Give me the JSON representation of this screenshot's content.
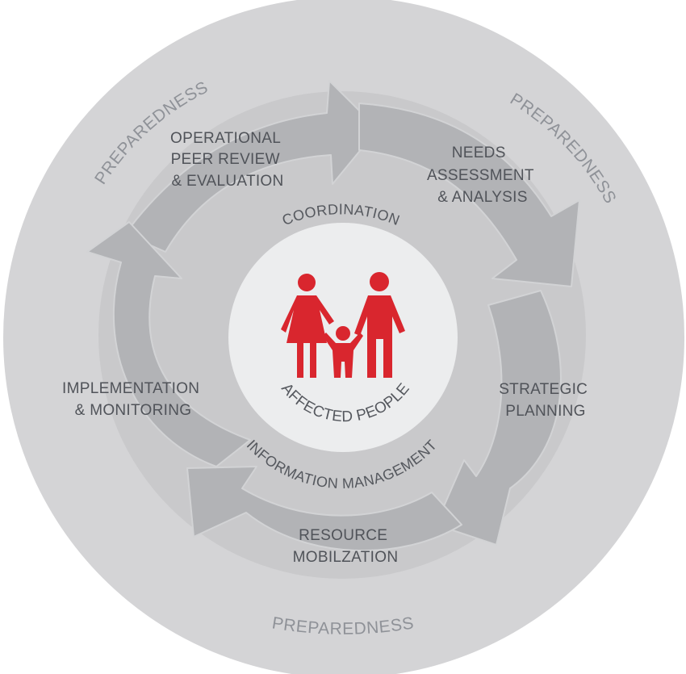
{
  "outer_labels": {
    "preparedness_top_left": "PREPAREDNESS",
    "preparedness_top_right": "PREPAREDNESS",
    "preparedness_bottom": "PREPAREDNESS"
  },
  "cycle_steps": {
    "needs_assessment": [
      "NEEDS",
      "ASSESSMENT",
      "& ANALYSIS"
    ],
    "strategic_planning": [
      "STRATEGIC",
      "PLANNING"
    ],
    "resource_mobilization": [
      "RESOURCE",
      "MOBILZATION"
    ],
    "implementation_monitoring": [
      "IMPLEMENTATION",
      "& MONITORING"
    ],
    "operational_review": [
      "OPERATIONAL",
      "PEER REVIEW",
      "& EVALUATION"
    ]
  },
  "inner_ring": {
    "coordination": "COORDINATION",
    "information_management": "INFORMATION MANAGEMENT"
  },
  "center": {
    "label": "AFFECTED PEOPLE",
    "icon": "family-icon"
  },
  "colors": {
    "outer_disc": "#d4d4d6",
    "inner_disc": "#c9c9cb",
    "arrow": "#b2b3b6",
    "center_disc": "#ecedee",
    "people": "#d9262e"
  }
}
